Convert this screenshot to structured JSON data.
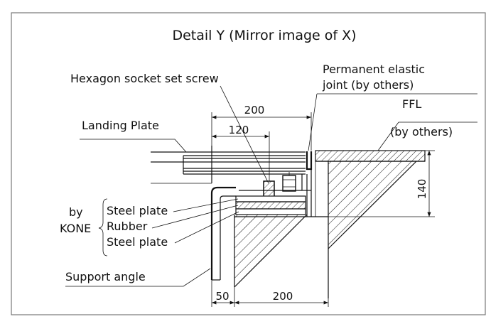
{
  "title": "Detail Y (Mirror image of X)",
  "labels": {
    "hexagon_screw": "Hexagon socket set screw",
    "permanent_joint_1": "Permanent elastic",
    "permanent_joint_2": "joint (by others)",
    "ffl_1": "FFL",
    "ffl_2": "(by others)",
    "landing_plate": "Landing Plate",
    "by": "by",
    "kone": "KONE",
    "steel_plate_top": "Steel plate",
    "rubber": "Rubber",
    "steel_plate_bottom": "Steel plate",
    "support_angle": "Support angle"
  },
  "dimensions": {
    "top_200": "200",
    "top_120": "120",
    "right_140": "140",
    "bottom_50": "50",
    "bottom_200": "200"
  }
}
